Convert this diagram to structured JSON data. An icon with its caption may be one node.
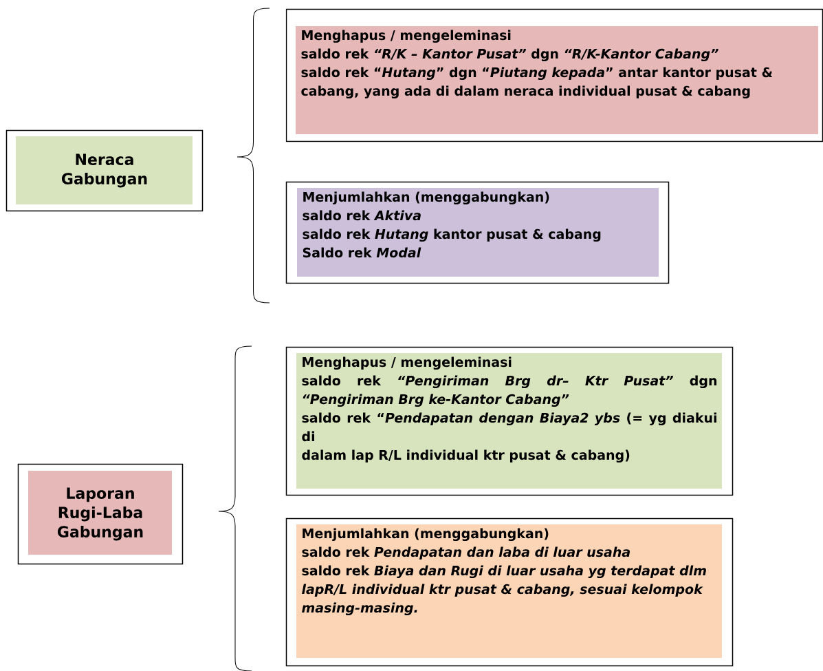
{
  "diagram": {
    "nodes": [
      {
        "text": [
          "Neraca Gabungan"
        ]
      },
      {
        "text": [
          "Menghapus / mengeleminasi",
          "saldo rek *“R/K – Kantor Pusat”* dgn *“R/K-Kantor Cabang”*",
          "saldo rek “*Hutang*” dgn “*Piutang kepada*” antar kantor pusat & cabang, yang ada di dalam neraca individual pusat & cabang"
        ]
      },
      {
        "text": [
          "Menjumlahkan (menggabungkan)",
          "saldo rek *Aktiva*",
          "saldo rek *Hutang* kantor pusat & cabang",
          "Saldo rek *Modal*"
        ]
      },
      {
        "text": [
          "Laporan Rugi-Laba Gabungan"
        ]
      },
      {
        "text": [
          "Menghapus / mengeleminasi",
          "saldo rek *“Pengiriman Brg dr– Ktr Pusat”* dgn *“Pengiriman Brg ke-Kantor Cabang”*",
          "saldo rek “*Pendapatan dengan Biaya2 ybs* (= yg diakui di",
          "dalam lap R/L individual ktr pusat & cabang)"
        ]
      },
      {
        "text": [
          "Menjumlahkan (menggabungkan)",
          "saldo rek *Pendapatan dan laba di luar usaha*",
          "saldo rek *Biaya dan Rugi di luar usaha yg terdapat dlm lapR/L individual ktr pusat & cabang, sesuai kelompok masing-masing.*"
        ]
      }
    ]
  }
}
